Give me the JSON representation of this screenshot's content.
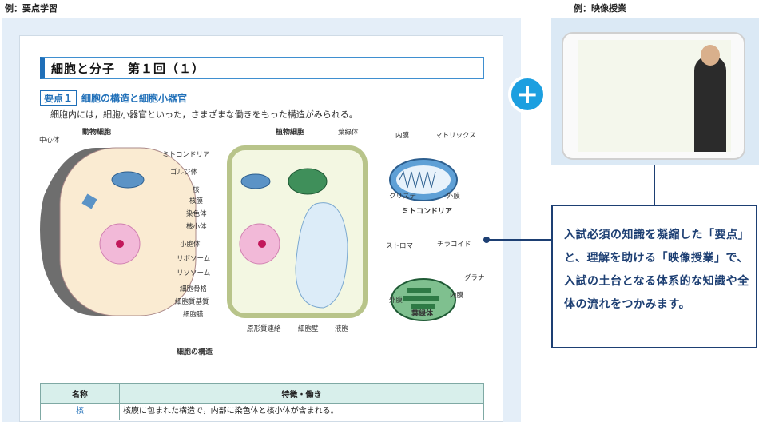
{
  "captions": {
    "left": "例：要点学習",
    "right": "例：映像授業"
  },
  "sheet": {
    "title": "細胞と分子　第１回（１）",
    "section_tag": "要点１",
    "section_title": "細胞の構造と細胞小器官",
    "lead": "細胞内には，細胞小器官といった，さまざまな働きをもった構造がみられる。"
  },
  "diagram": {
    "animal_cell": "動物細胞",
    "plant_cell": "植物細胞",
    "caption": "細胞の構造",
    "labels": [
      "中心体",
      "ミトコンドリア",
      "ゴルジ体",
      "核",
      "核膜",
      "染色体",
      "核小体",
      "小胞体",
      "リボソーム",
      "リソソーム",
      "細胞骨格",
      "細胞質基質",
      "細胞膜",
      "葉緑体",
      "原形質連絡",
      "細胞壁",
      "液胞"
    ],
    "mito": {
      "title": "ミトコンドリア",
      "inner": "内膜",
      "matrix": "マトリックス",
      "cristae": "クリステ",
      "outer": "外膜"
    },
    "chloro": {
      "title": "葉緑体",
      "stroma": "ストロマ",
      "thylakoid": "チラコイド",
      "grana": "グラナ",
      "inner": "内膜",
      "outer": "外膜"
    }
  },
  "table": {
    "headers": [
      "名称",
      "特徴・働き"
    ],
    "rows": [
      {
        "name": "核",
        "desc": "核膜に包まれた構造で，内部に染色体と核小体が含まれる。"
      }
    ]
  },
  "callout": "入試必須の知識を凝縮した「要点」と、理解を助ける「映像授業」で、入試の土台となる体系的な知識や全体の流れをつかみます。",
  "colors": {
    "accent": "#1f6fb8",
    "callout": "#1d3f73",
    "plus": "#1c9fe0",
    "panel_bg": "#e4eef8"
  }
}
